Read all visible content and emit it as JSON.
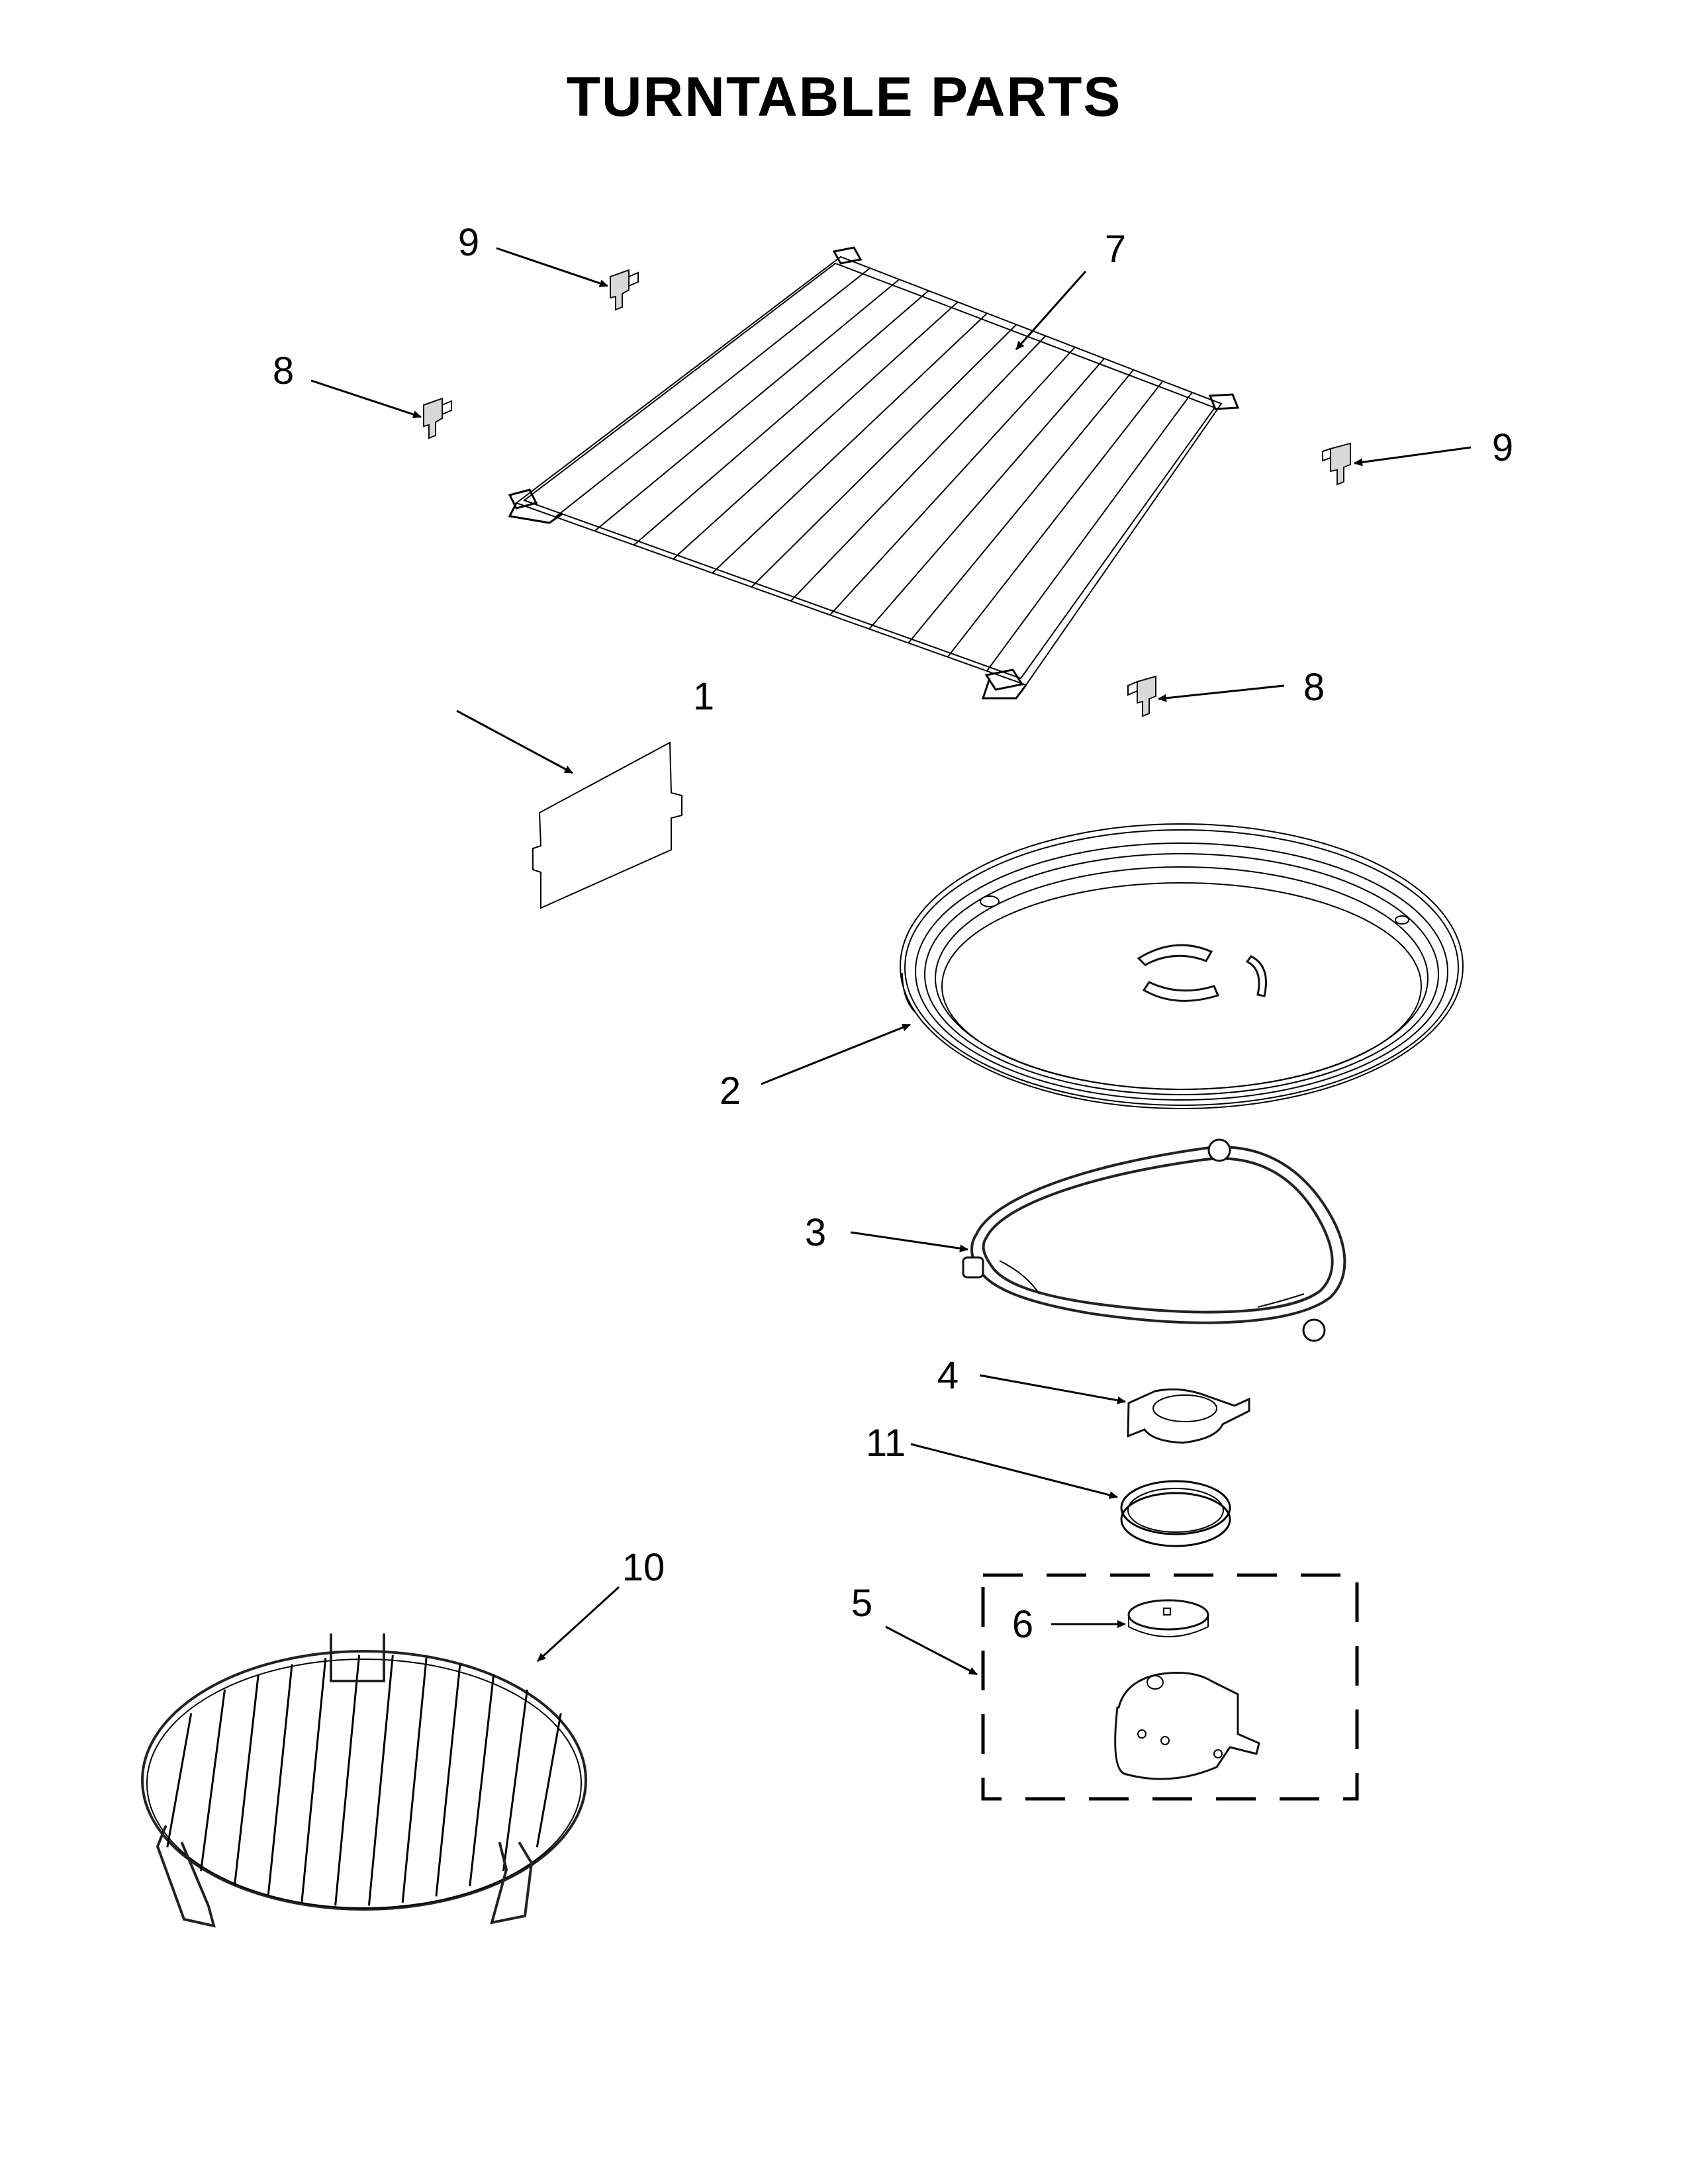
{
  "title": "TURNTABLE PARTS",
  "callouts": [
    {
      "label": "1",
      "part": "panel"
    },
    {
      "label": "2",
      "part": "turntable-tray"
    },
    {
      "label": "3",
      "part": "roller-ring"
    },
    {
      "label": "4",
      "part": "coupler"
    },
    {
      "label": "5",
      "part": "motor-assembly"
    },
    {
      "label": "6",
      "part": "motor-shaft-cover"
    },
    {
      "label": "7",
      "part": "wire-rack"
    },
    {
      "label": "8",
      "part": "rack-support-left"
    },
    {
      "label": "8",
      "part": "rack-support-right"
    },
    {
      "label": "9",
      "part": "rack-support-rear-left"
    },
    {
      "label": "9",
      "part": "rack-support-rear-right"
    },
    {
      "label": "10",
      "part": "round-rack"
    },
    {
      "label": "11",
      "part": "seal-ring"
    }
  ]
}
